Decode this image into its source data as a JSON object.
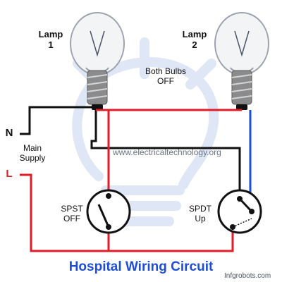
{
  "lamps": [
    {
      "label_line1": "Lamp",
      "label_line2": "1"
    },
    {
      "label_line1": "Lamp",
      "label_line2": "2"
    }
  ],
  "status": {
    "line1": "Both Bulbs",
    "line2": "OFF"
  },
  "supply": {
    "neutral": "N",
    "live": "L",
    "line1": "Main",
    "line2": "Supply"
  },
  "switches": [
    {
      "type": "SPST",
      "state": "OFF"
    },
    {
      "type": "SPDT",
      "state": "Up"
    }
  ],
  "watermark": "www.electricaltechnology.org",
  "title": "Hospital Wiring Circuit",
  "credit": "Infgrobots.com",
  "colors": {
    "live": "#e11d2a",
    "neutral": "#111111",
    "return": "#1d4ed8",
    "title": "#1d4ed8",
    "background_bulb": "#dfe6f5"
  }
}
